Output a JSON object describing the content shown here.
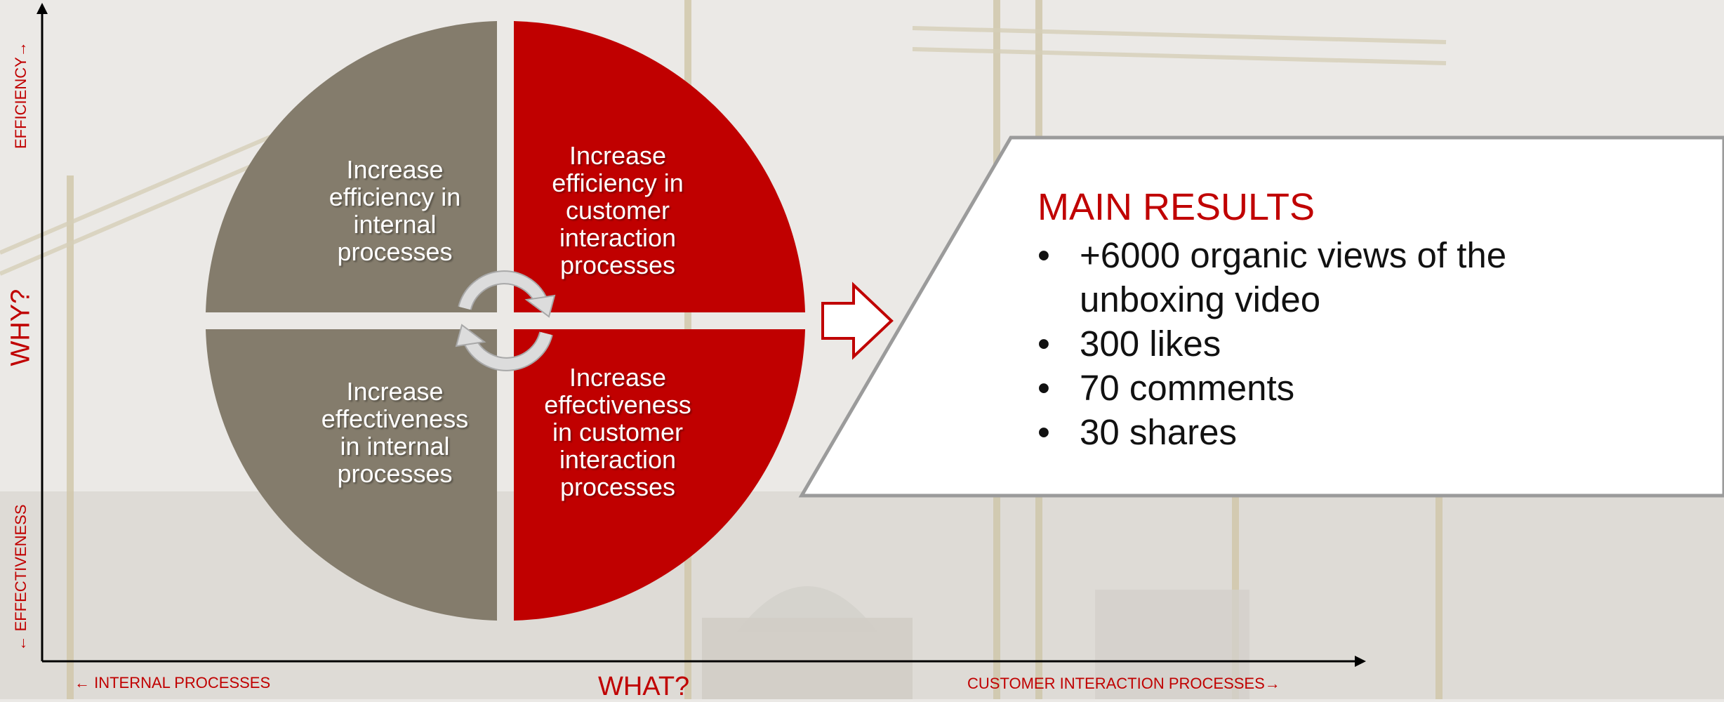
{
  "axes": {
    "y_top": "EFFICIENCY→",
    "y_main": "WHY?",
    "y_bottom": "← EFFECTIVENESS",
    "x_left": "← INTERNAL PROCESSES",
    "x_main": "WHAT?",
    "x_right": "CUSTOMER INTERACTION PROCESSES→"
  },
  "quadrants": [
    {
      "id": "top-left",
      "lines": [
        "Increase",
        "efficiency in",
        "internal",
        "processes"
      ],
      "color": "#847c6c"
    },
    {
      "id": "top-right",
      "lines": [
        "Increase",
        "efficiency in",
        "customer",
        "interaction",
        "processes"
      ],
      "color": "#c00000"
    },
    {
      "id": "bottom-left",
      "lines": [
        "Increase",
        "effectiveness",
        "in internal",
        "processes"
      ],
      "color": "#847c6c"
    },
    {
      "id": "bottom-right",
      "lines": [
        "Increase",
        "effectiveness",
        "in customer",
        "interaction",
        "processes"
      ],
      "color": "#c00000"
    }
  ],
  "results": {
    "title": "MAIN RESULTS",
    "bullet": "•",
    "items": [
      "+6000 organic views of the unboxing video",
      "300 likes",
      "70 comments",
      "30 shares"
    ]
  },
  "colors": {
    "accent": "#c00000",
    "neutral": "#847c6c",
    "panel_border": "#9b9b9b"
  }
}
